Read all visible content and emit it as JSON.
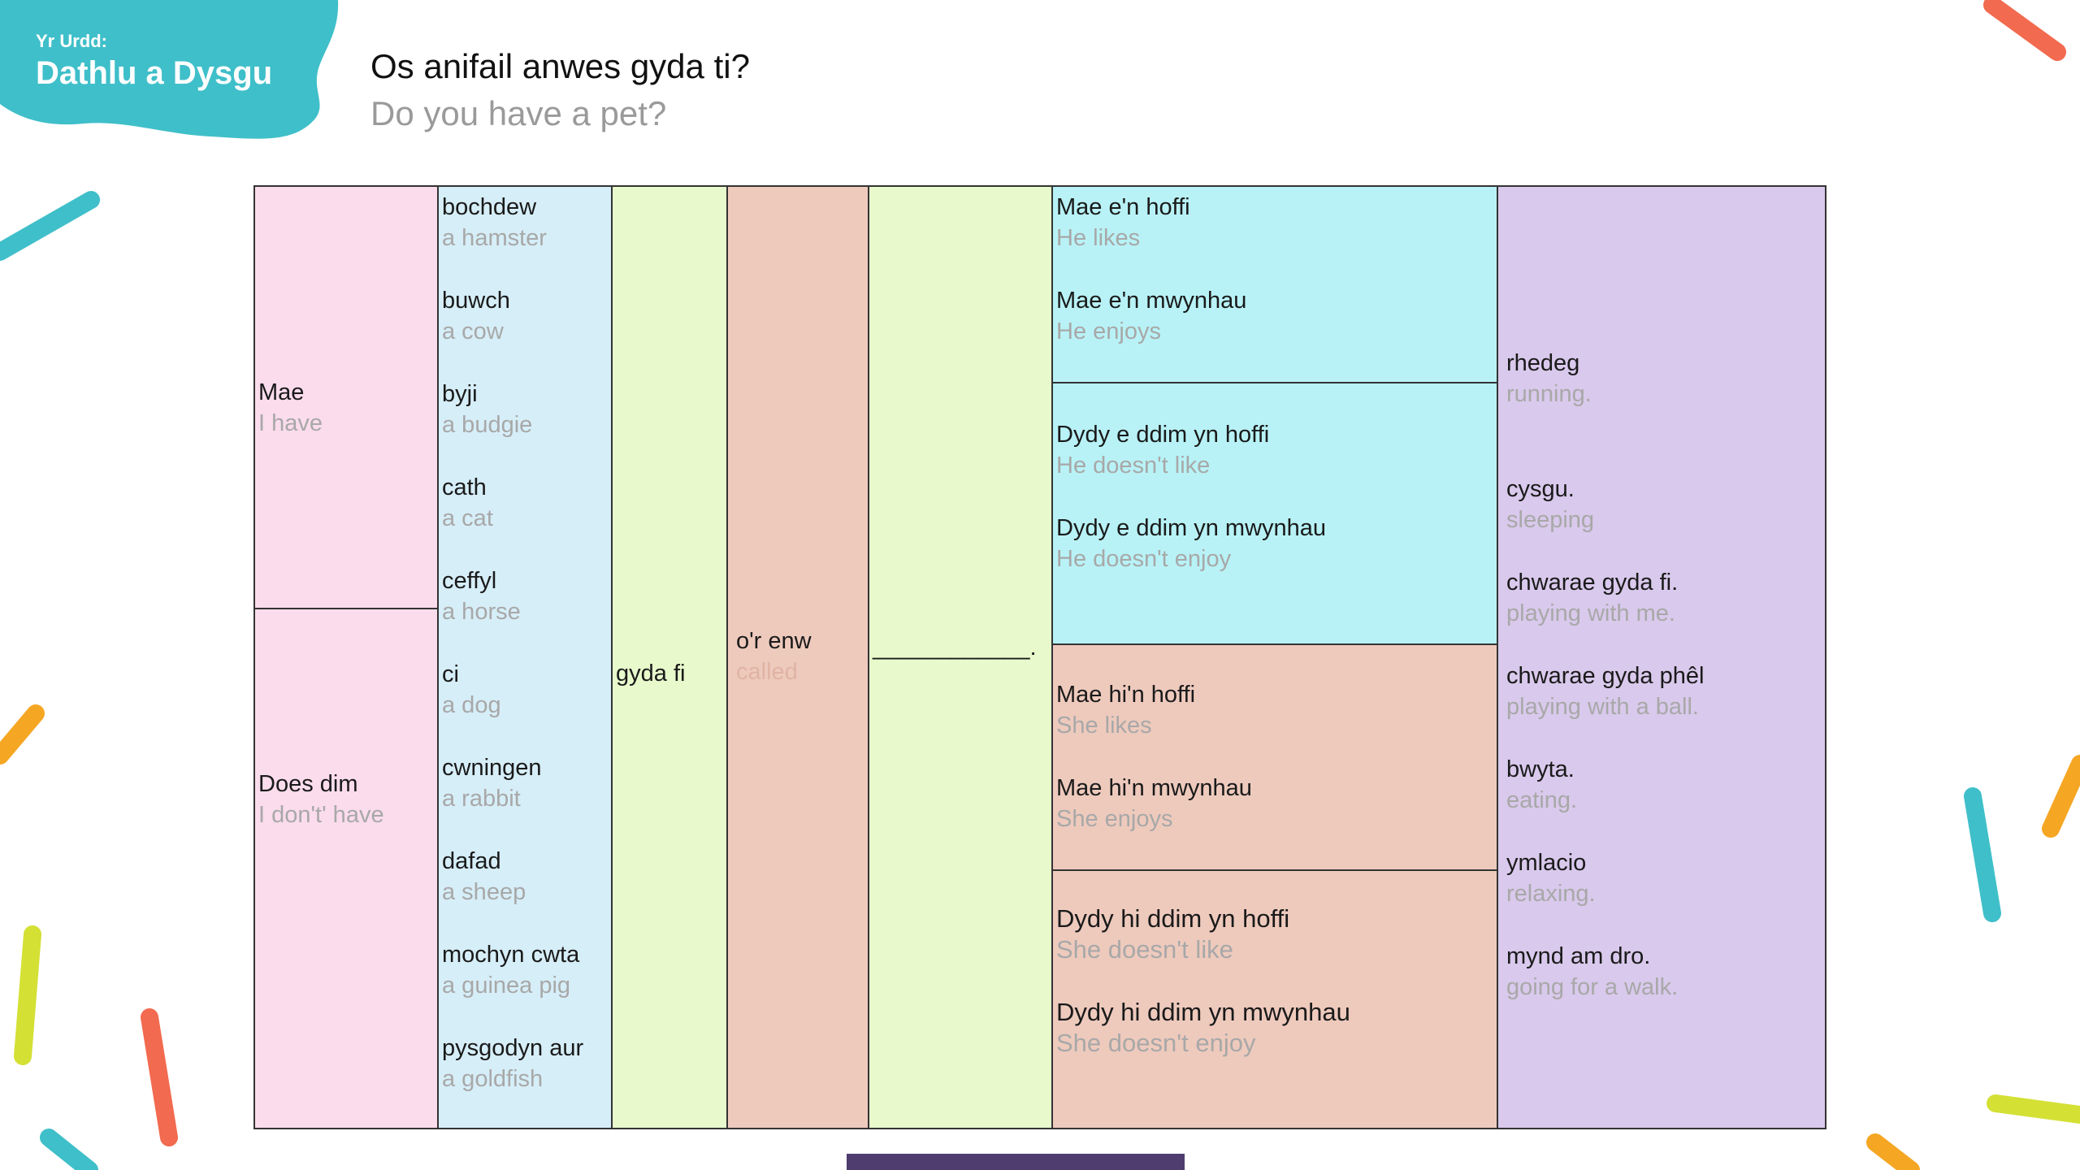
{
  "header": {
    "badge_line1": "Yr Urdd:",
    "badge_line2": "Dathlu a Dysgu",
    "title": "Os anifail anwes gyda ti?",
    "subtitle": "Do you have a pet?"
  },
  "colors": {
    "teal": "#3fbfc9",
    "orange": "#f5a623",
    "coral": "#f26a4f",
    "lime": "#d4e034",
    "pink": "#fbdcec",
    "light_blue": "#d6eef8",
    "light_green": "#e8f9cc",
    "salmon": "#eecabd",
    "cyan": "#b8f2f6",
    "lavender": "#d9c9ec",
    "footer_bar": "#4e3d6e"
  },
  "table": {
    "col1": [
      {
        "cy": "Mae",
        "en": "I have"
      },
      {
        "cy": "Does dim",
        "en": "I don't' have"
      }
    ],
    "animals": [
      {
        "cy": "bochdew",
        "en": "a hamster"
      },
      {
        "cy": "buwch",
        "en": "a cow"
      },
      {
        "cy": "byji",
        "en": "a budgie"
      },
      {
        "cy": "cath",
        "en": "a cat"
      },
      {
        "cy": "ceffyl",
        "en": "a horse"
      },
      {
        "cy": "ci",
        "en": "a dog"
      },
      {
        "cy": "cwningen",
        "en": "a rabbit"
      },
      {
        "cy": "dafad",
        "en": "a sheep"
      },
      {
        "cy": "mochyn cwta",
        "en": "a guinea pig"
      },
      {
        "cy": "pysgodyn aur",
        "en": "a goldfish"
      }
    ],
    "with_me": {
      "cy": "gyda fi"
    },
    "called": {
      "cy": "o'r enw",
      "en": "called"
    },
    "blank": "____________.",
    "verbs": [
      {
        "cy": "Mae e'n hoffi",
        "en": "He likes"
      },
      {
        "cy": "Mae e'n mwynhau",
        "en": "He enjoys"
      },
      {
        "cy": "Dydy e ddim yn hoffi",
        "en": "He doesn't like"
      },
      {
        "cy": "Dydy e ddim yn mwynhau",
        "en": "He doesn't enjoy"
      },
      {
        "cy": "Mae hi'n hoffi",
        "en": "She likes"
      },
      {
        "cy": "Mae hi'n mwynhau",
        "en": "She enjoys"
      },
      {
        "cy": "Dydy hi ddim yn hoffi",
        "en": "She doesn't like"
      },
      {
        "cy": "Dydy hi ddim yn mwynhau",
        "en": "She doesn't enjoy"
      }
    ],
    "activities": [
      {
        "cy": "rhedeg",
        "en": "running."
      },
      {
        "cy": "cysgu.",
        "en": "sleeping"
      },
      {
        "cy": "chwarae gyda fi.",
        "en": "playing with me."
      },
      {
        "cy": "chwarae gyda phêl",
        "en": "playing with a ball."
      },
      {
        "cy": "bwyta.",
        "en": "eating."
      },
      {
        "cy": "ymlacio",
        "en": "relaxing."
      },
      {
        "cy": "mynd am dro.",
        "en": "going for a walk."
      }
    ]
  }
}
